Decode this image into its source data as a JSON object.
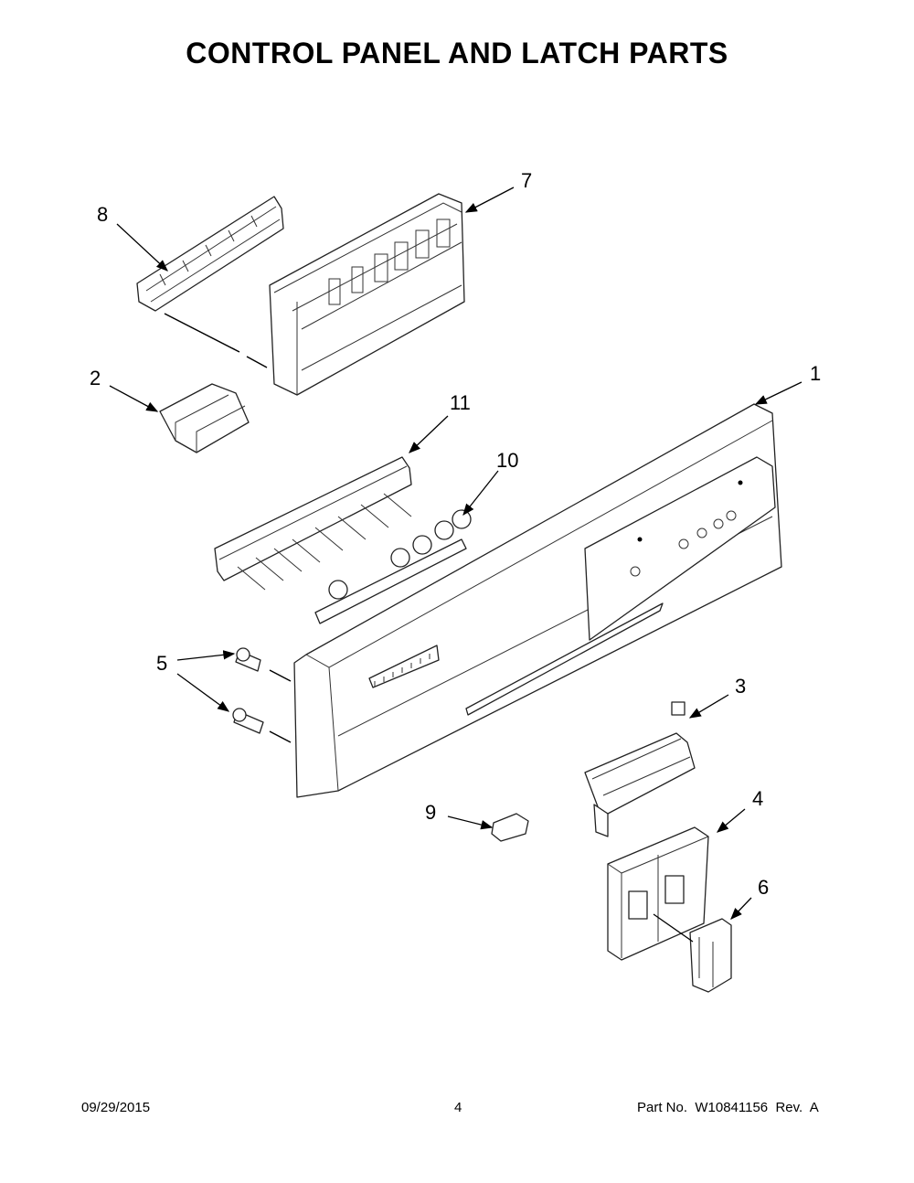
{
  "title": "CONTROL PANEL AND LATCH PARTS",
  "callouts": {
    "p1": "1",
    "p2": "2",
    "p3": "3",
    "p4": "4",
    "p5": "5",
    "p6": "6",
    "p7": "7",
    "p8": "8",
    "p9": "9",
    "p10": "10",
    "p11": "11"
  },
  "footer": {
    "date": "09/29/2015",
    "page": "4",
    "part_no": "Part No.  W10841156  Rev.  A"
  }
}
